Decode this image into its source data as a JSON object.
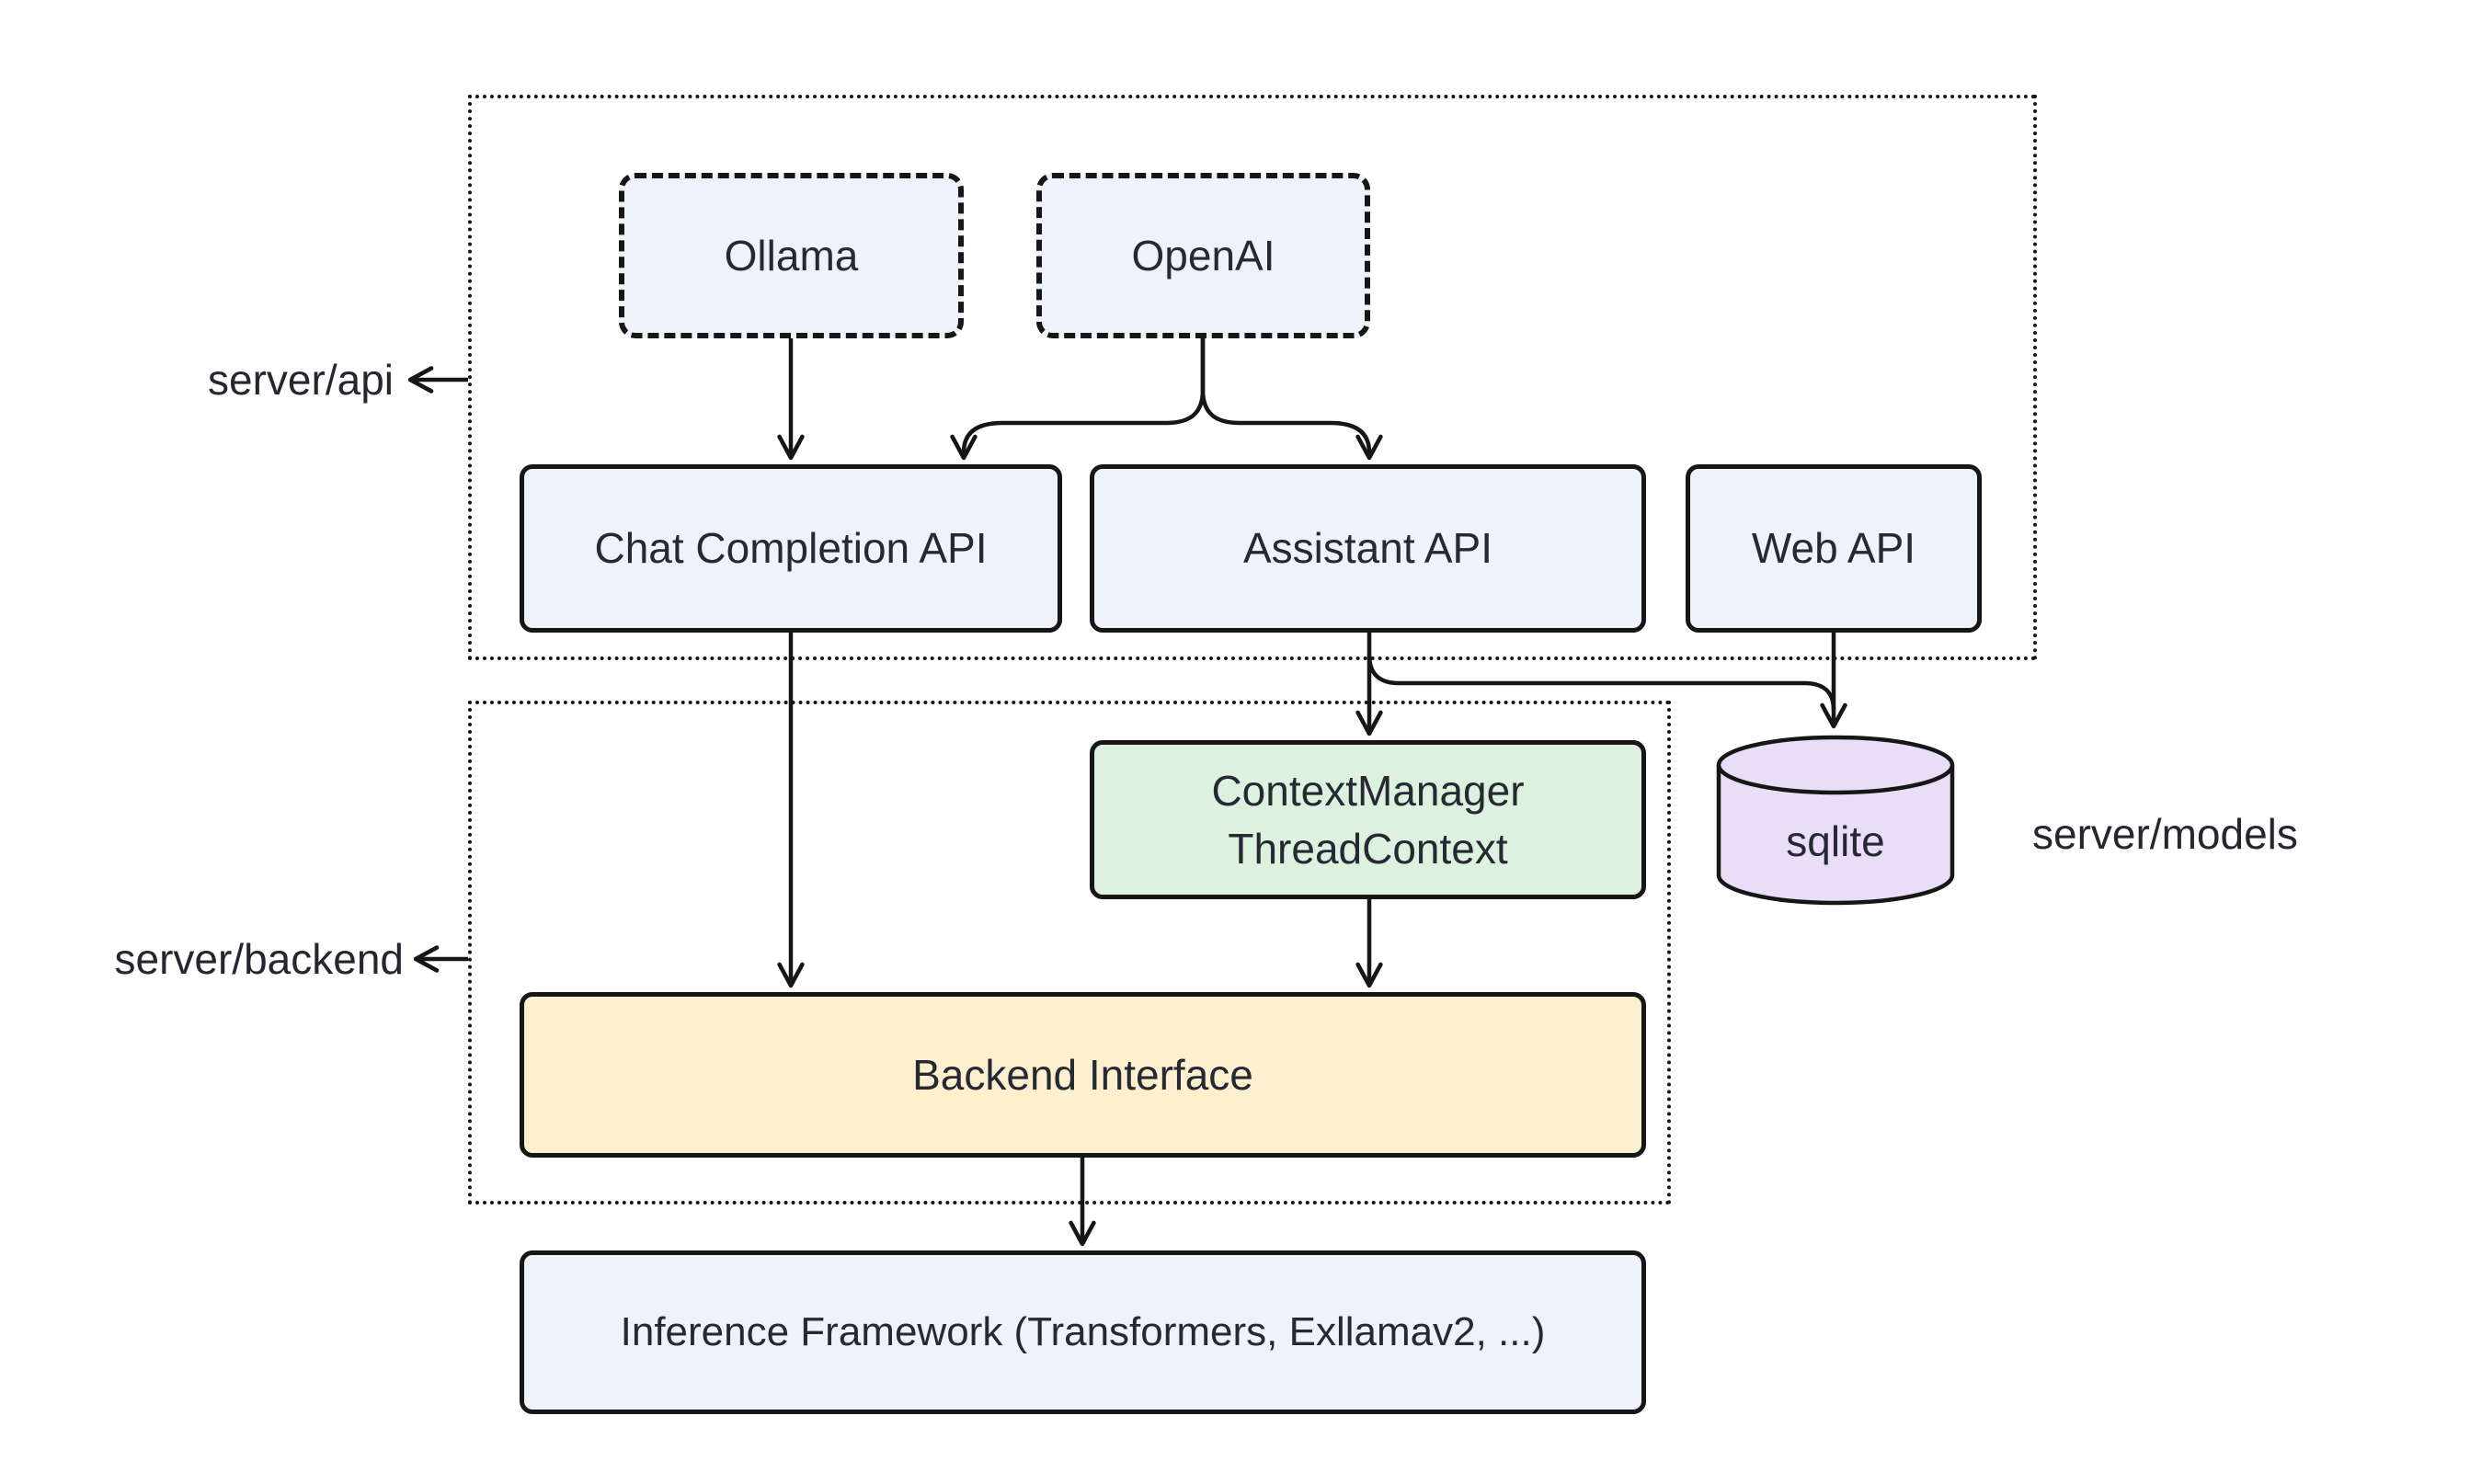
{
  "page": {
    "background": "#ffffff"
  },
  "regions": {
    "api": {
      "label": "server/api"
    },
    "backend": {
      "label": "server/backend"
    },
    "models": {
      "label": "server/models"
    }
  },
  "nodes": {
    "ollama": {
      "label": "Ollama",
      "fill": "#EEF2FB"
    },
    "openai": {
      "label": "OpenAI",
      "fill": "#EEF2FB"
    },
    "chat_completion_api": {
      "label": "Chat Completion API",
      "fill": "#EEF2FB"
    },
    "assistant_api": {
      "label": "Assistant API",
      "fill": "#EEF2FB"
    },
    "web_api": {
      "label": "Web API",
      "fill": "#EEF2FB"
    },
    "context_manager": {
      "line1": "ContextManager",
      "line2": "ThreadContext",
      "fill": "#DCF1DE"
    },
    "sqlite": {
      "label": "sqlite",
      "fill": "#E9DDF7"
    },
    "backend_interface": {
      "label": "Backend Interface",
      "fill": "#FCF0CE"
    },
    "inference_framework": {
      "label": "Inference Framework (Transformers, Exllamav2, ...)",
      "fill": "#EEF2FB"
    }
  },
  "colors": {
    "stroke": "#161616",
    "text": "#262833",
    "node_blue": "#EEF2FB",
    "node_green": "#DCF1DE",
    "node_yellow": "#FCF0CE",
    "node_purple": "#E9DDF7"
  }
}
